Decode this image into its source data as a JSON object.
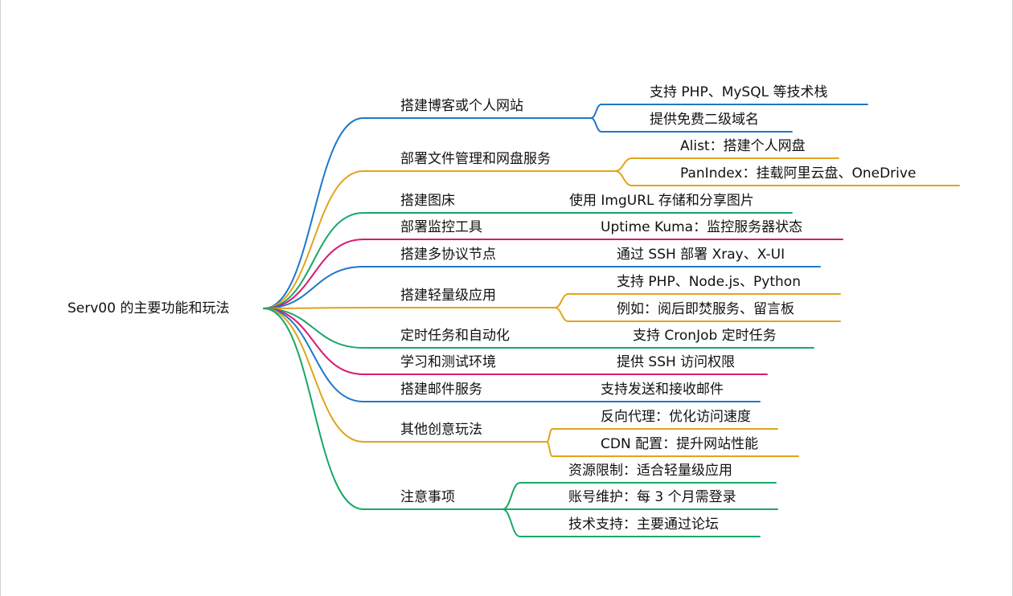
{
  "mindmap": {
    "root": "Serv00 的主要功能和玩法",
    "branches": [
      {
        "label": "搭建博客或个人网站",
        "color": "#1f77c9",
        "children": [
          "支持 PHP、MySQL 等技术栈",
          "提供免费二级域名"
        ]
      },
      {
        "label": "部署文件管理和网盘服务",
        "color": "#e0a51c",
        "children": [
          "Alist：搭建个人网盘",
          "PanIndex：挂载阿里云盘、OneDrive"
        ]
      },
      {
        "label": "搭建图床",
        "color": "#1aa769",
        "children": [
          "使用 ImgURL 存储和分享图片"
        ]
      },
      {
        "label": "部署监控工具",
        "color": "#d81b72",
        "children": [
          "Uptime Kuma：监控服务器状态"
        ]
      },
      {
        "label": "搭建多协议节点",
        "color": "#1f77c9",
        "children": [
          "通过 SSH 部署 Xray、X-UI"
        ]
      },
      {
        "label": "搭建轻量级应用",
        "color": "#e0a51c",
        "children": [
          "支持 PHP、Node.js、Python",
          "例如：阅后即焚服务、留言板"
        ]
      },
      {
        "label": "定时任务和自动化",
        "color": "#1aa769",
        "children": [
          "支持 CronJob 定时任务"
        ]
      },
      {
        "label": "学习和测试环境",
        "color": "#d81b72",
        "children": [
          "提供 SSH 访问权限"
        ]
      },
      {
        "label": "搭建邮件服务",
        "color": "#1f77c9",
        "children": [
          "支持发送和接收邮件"
        ]
      },
      {
        "label": "其他创意玩法",
        "color": "#e0a51c",
        "children": [
          "反向代理：优化访问速度",
          "CDN 配置：提升网站性能"
        ]
      },
      {
        "label": "注意事项",
        "color": "#1aa769",
        "children": [
          "资源限制：适合轻量级应用",
          "账号维护：每 3 个月需登录",
          "技术支持：主要通过论坛"
        ]
      }
    ]
  }
}
